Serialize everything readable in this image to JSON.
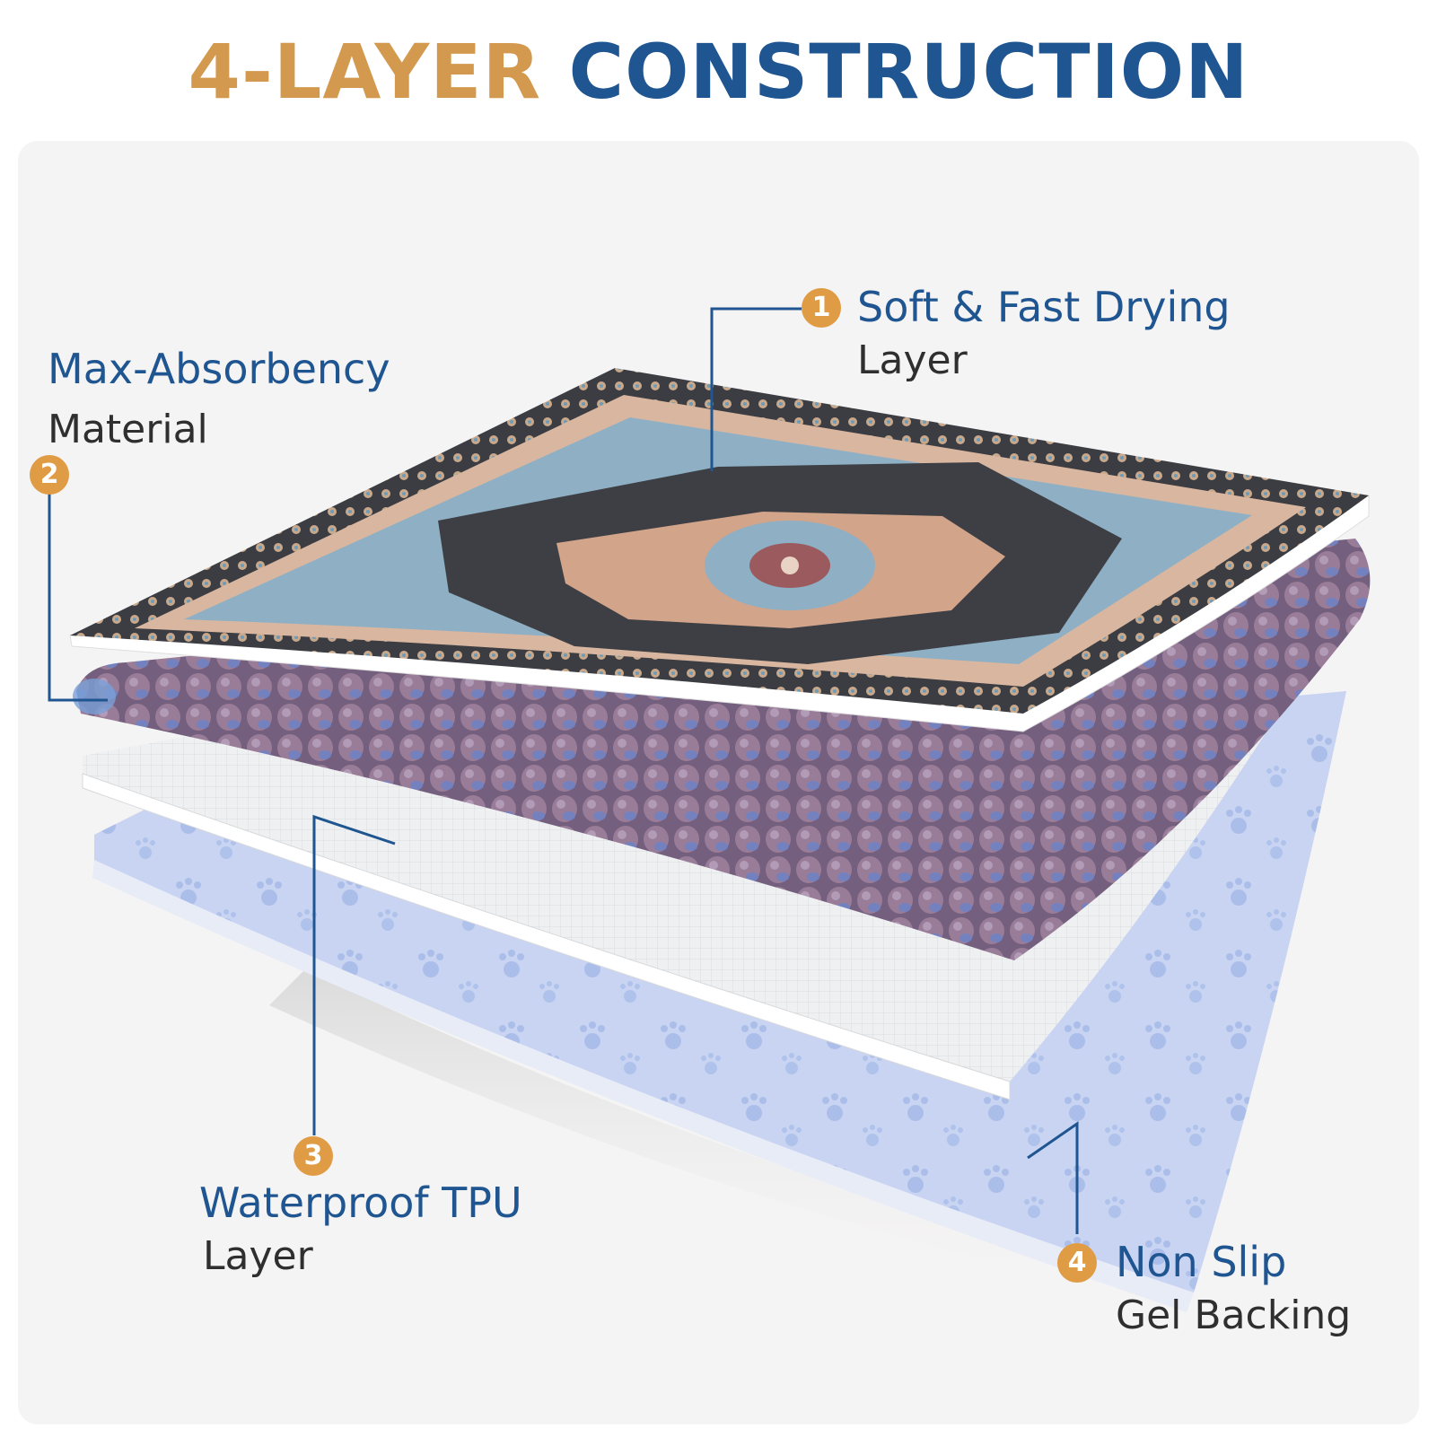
{
  "title": {
    "part1": "4-LAYER",
    "part2": "CONSTRUCTION",
    "part1_color": "#d39a4f",
    "part2_color": "#1f5590"
  },
  "layers": [
    {
      "number": "1",
      "title": "Soft & Fast Drying",
      "subtitle": "Layer"
    },
    {
      "number": "2",
      "title": "Max-Absorbency",
      "subtitle": "Material"
    },
    {
      "number": "3",
      "title": "Waterproof TPU",
      "subtitle": "Layer"
    },
    {
      "number": "4",
      "title": "Non Slip",
      "subtitle": "Gel Backing"
    }
  ],
  "colors": {
    "badge": "#e09b45",
    "leader_line": "#1f5590",
    "panel_bg": "#f5f4f4"
  }
}
